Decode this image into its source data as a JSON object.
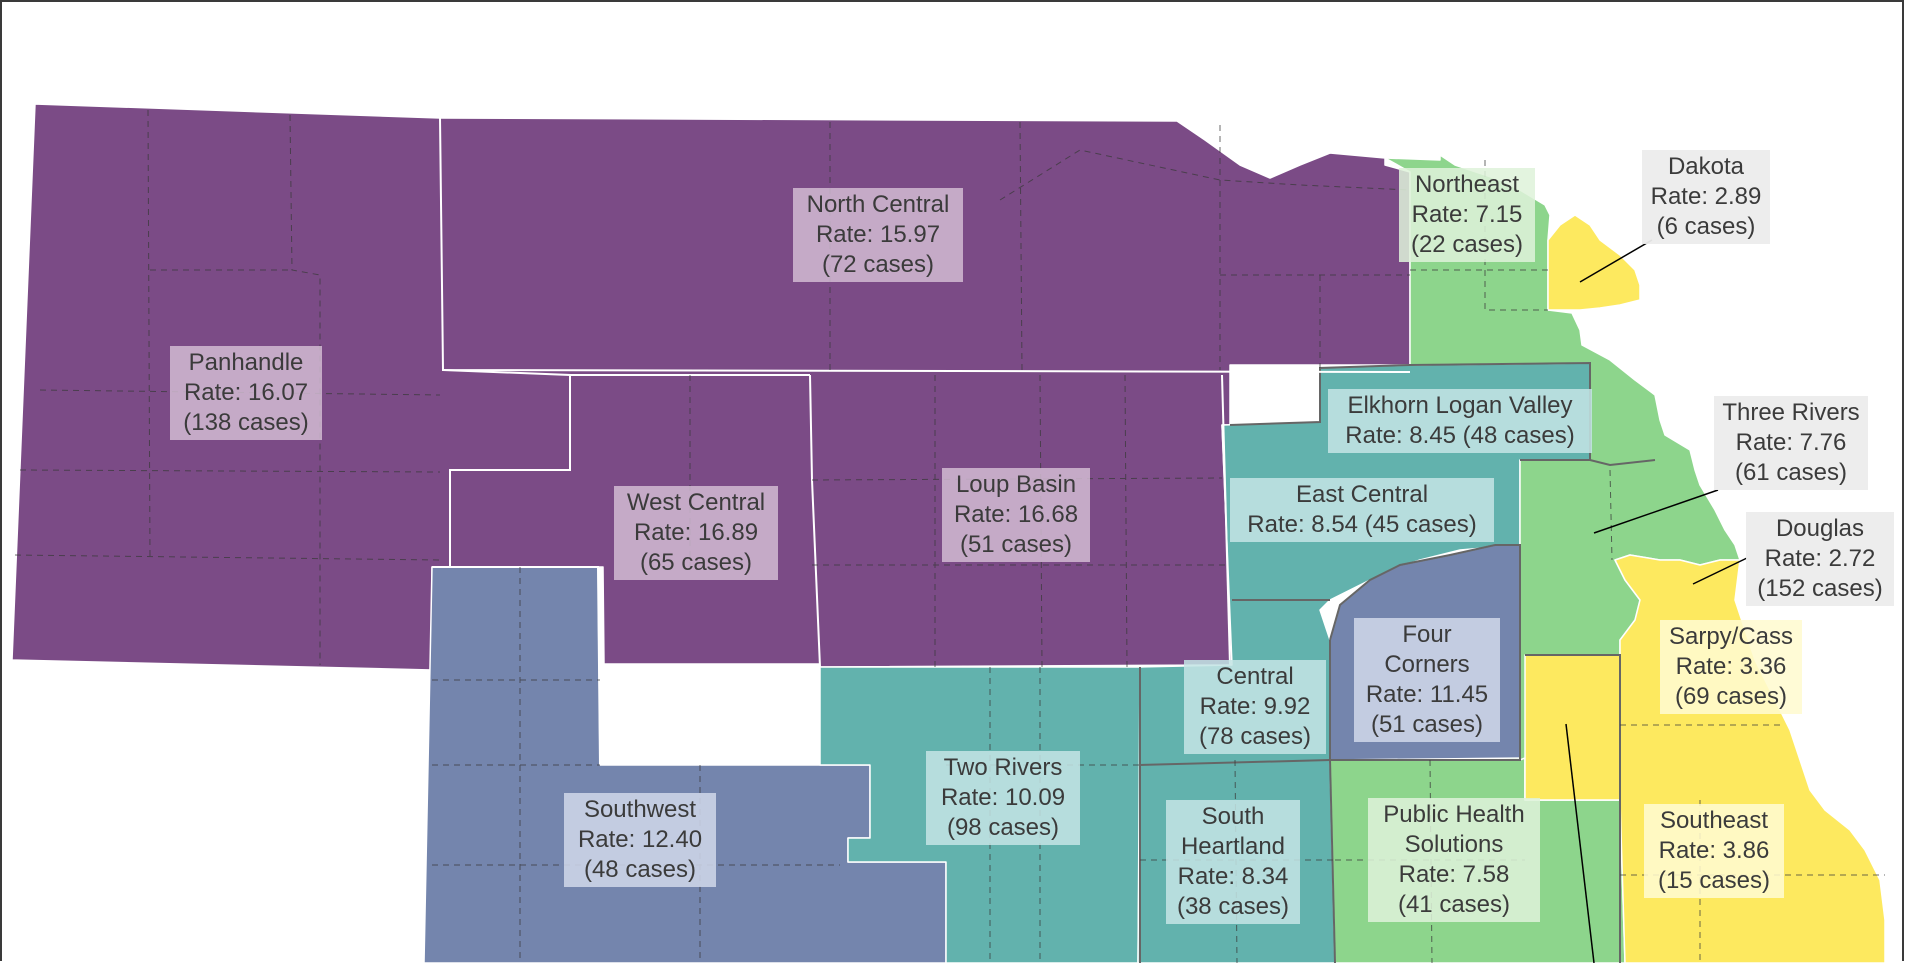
{
  "colors": {
    "purple": "#7b4b86",
    "slate_blue": "#7485ad",
    "teal": "#62b2ad",
    "green": "#8dd58c",
    "yellow": "#fde95f",
    "district_border": "#666666",
    "county_line": "#3a3a3a"
  },
  "districts": {
    "panhandle": {
      "name": "Panhandle",
      "rate": "Rate: 16.07",
      "cases": "(138 cases)",
      "color": "purple"
    },
    "north_central": {
      "name": "North Central",
      "rate": "Rate: 15.97",
      "cases": "(72 cases)",
      "color": "purple"
    },
    "west_central": {
      "name": "West Central",
      "rate": "Rate: 16.89",
      "cases": "(65 cases)",
      "color": "purple"
    },
    "loup_basin": {
      "name": "Loup Basin",
      "rate": "Rate: 16.68",
      "cases": "(51 cases)",
      "color": "purple"
    },
    "southwest": {
      "name": "Southwest",
      "rate": "Rate: 12.40",
      "cases": "(48 cases)",
      "color": "slate_blue"
    },
    "two_rivers": {
      "name": "Two Rivers",
      "rate": "Rate: 10.09",
      "cases": "(98 cases)",
      "color": "teal"
    },
    "central": {
      "name": "Central",
      "rate": "Rate: 9.92",
      "cases": "(78 cases)",
      "color": "teal"
    },
    "four_corners": {
      "name_1": "Four",
      "name_2": "Corners",
      "rate": "Rate: 11.45",
      "cases": "(51 cases)",
      "color": "slate_blue"
    },
    "south_heartland": {
      "name_1": "South",
      "name_2": "Heartland",
      "rate": "Rate: 8.34",
      "cases": "(38 cases)",
      "color": "teal"
    },
    "public_health_solutions": {
      "name_1": "Public Health",
      "name_2": "Solutions",
      "rate": "Rate: 7.58",
      "cases": "(41 cases)",
      "color": "green"
    },
    "east_central": {
      "name": "East Central",
      "rate_cases": "Rate: 8.54 (45 cases)",
      "color": "teal"
    },
    "elkhorn_logan_valley": {
      "name": "Elkhorn Logan Valley",
      "rate_cases": "Rate: 8.45 (48 cases)",
      "color": "teal"
    },
    "northeast": {
      "name": "Northeast",
      "rate": "Rate: 7.15",
      "cases": "(22 cases)",
      "color": "green"
    },
    "dakota": {
      "name": "Dakota",
      "rate": "Rate: 2.89",
      "cases": "(6 cases)",
      "color": "yellow"
    },
    "three_rivers": {
      "name": "Three Rivers",
      "rate": "Rate: 7.76",
      "cases": "(61 cases)",
      "color": "green"
    },
    "douglas": {
      "name": "Douglas",
      "rate": "Rate: 2.72",
      "cases": "(152 cases)",
      "color": "yellow"
    },
    "sarpy_cass": {
      "name": "Sarpy/Cass",
      "rate": "Rate: 3.36",
      "cases": "(69 cases)",
      "color": "yellow"
    },
    "southeast": {
      "name": "Southeast",
      "rate": "Rate: 3.86",
      "cases": "(15 cases)",
      "color": "yellow"
    }
  }
}
